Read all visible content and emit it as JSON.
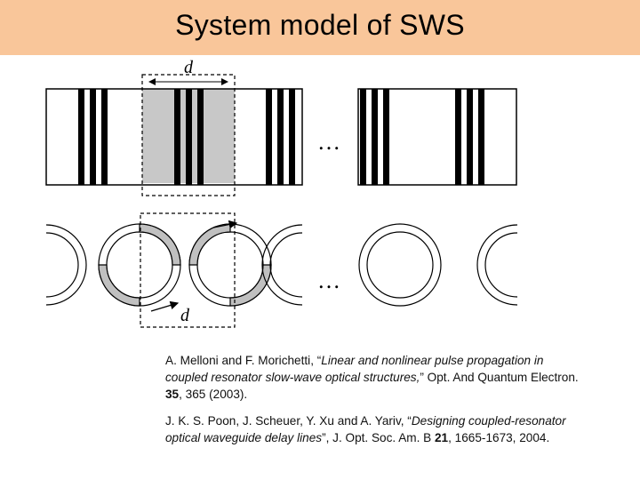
{
  "title": "System model of SWS",
  "diagram": {
    "label_d_top": "d",
    "label_d_bottom": "d",
    "ellipsis_top": "…",
    "ellipsis_bottom": "…"
  },
  "references": [
    {
      "authors": "A. Melloni and F. Morichetti, “",
      "title": "Linear and nonlinear pulse propagation in coupled resonator slow-wave optical structures,",
      "journal": "” Opt. And Quantum Electron. ",
      "volume": "35",
      "rest": ", 365 (2003)."
    },
    {
      "authors": "J. K. S. Poon, J. Scheuer, Y. Xu and A. Yariv, “",
      "title": "Designing coupled-resonator optical waveguide delay lines",
      "journal": "”, J. Opt. Soc. Am. B ",
      "volume": "21",
      "rest": ", 1665-1673, 2004."
    }
  ]
}
